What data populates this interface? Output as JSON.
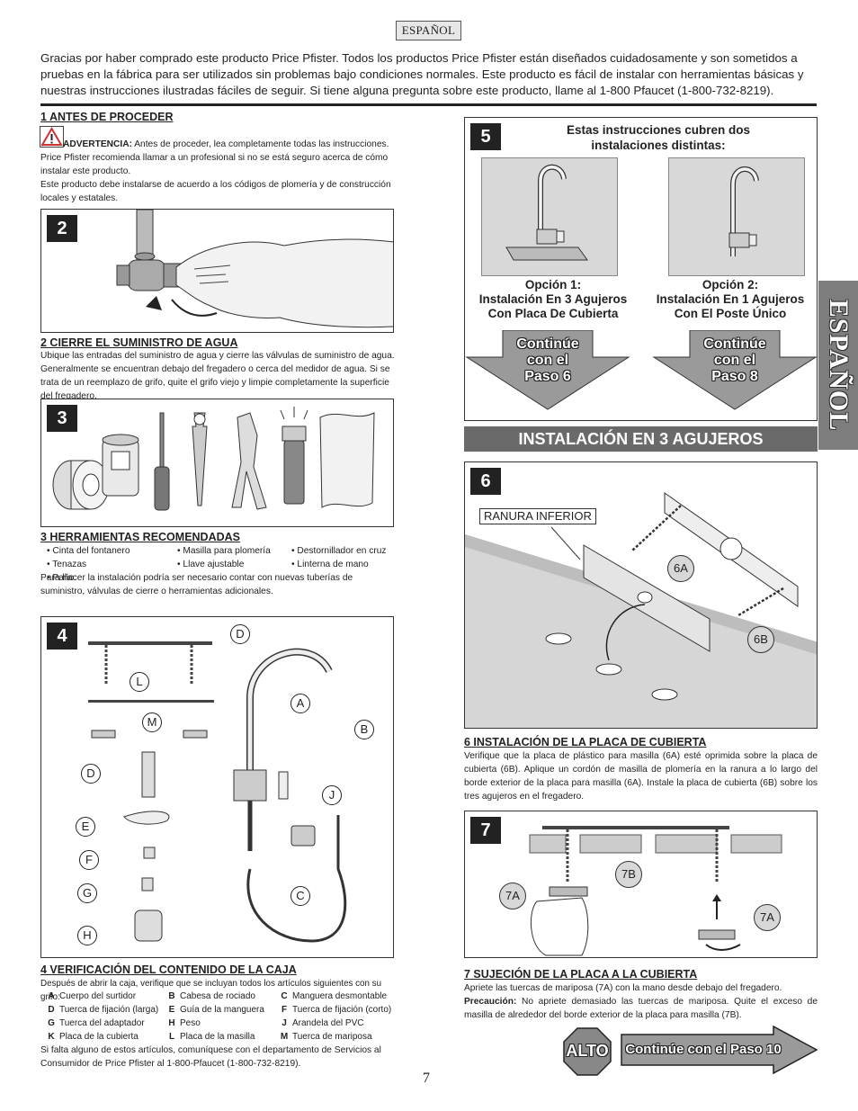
{
  "header": {
    "language_tag": "ESPAÑOL"
  },
  "intro": "Gracias por haber comprado este producto Price Pfister. Todos los productos Price Pfister están diseñados cuidadosamente y son sometidos a pruebas en la fábrica para ser utilizados sin problemas bajo condiciones normales. Este producto es fácil de instalar con herramientas básicas y nuestras instrucciones ilustradas fáciles de seguir. Si tiene alguna pregunta sobre este producto, llame al 1-800 Pfaucet (1-800-732-8219).",
  "side_tab": "ESPAÑOL",
  "step1": {
    "heading": "1  ANTES DE PROCEDER",
    "warning_label": "ADVERTENCIA:",
    "warning_text": "Antes de proceder, lea completamente todas las instrucciones. Price Pfister recomienda llamar a un profesional si no se está seguro acerca de cómo instalar este producto.",
    "note": "Este producto debe instalarse de acuerdo a los códigos de plomería y de construcción locales y estatales."
  },
  "step2": {
    "number": "2",
    "heading": "2   CIERRE EL SUMINISTRO DE AGUA",
    "text": "Ubique las entradas del suministro de agua y cierre las válvulas de suministro de agua. Generalmente se encuentran debajo del fregadero o cerca del medidor de agua. Si se trata de un reemplazo de grifo, quite el grifo viejo y limpie completamente la superficie del fregadero."
  },
  "step3": {
    "number": "3",
    "heading": "3  HERRAMIENTAS RECOMENDADAS",
    "tools": [
      "• Cinta del fontanero",
      "• Masilla para plomería",
      "• Destornillador en cruz",
      "• Tenazas",
      "• Llave ajustable",
      "• Linterna de mano",
      "• Paño"
    ],
    "text": "Para hacer la instalación podría ser necesario contar con nuevas tuberías de suministro, válvulas de cierre o herramientas adicionales."
  },
  "step4": {
    "number": "4",
    "heading": "4  VERIFICACIÓN DEL CONTENIDO DE LA CAJA",
    "intro": "Después de abrir la caja, verifique que se incluyan todos los artículos siguientes con su grifo:",
    "parts": [
      {
        "key": "A",
        "name": "Cuerpo del surtidor"
      },
      {
        "key": "B",
        "name": "Cabesa de rociado"
      },
      {
        "key": "C",
        "name": "Manguera desmontable"
      },
      {
        "key": "D",
        "name": "Tuerca de fijación (larga)"
      },
      {
        "key": "E",
        "name": "Guía de la manguera"
      },
      {
        "key": "F",
        "name": "Tuerca de fijación (corto)"
      },
      {
        "key": "G",
        "name": "Tuerca del adaptador"
      },
      {
        "key": "H",
        "name": "Peso"
      },
      {
        "key": "J",
        "name": "Arandela del PVC"
      },
      {
        "key": "K",
        "name": "Placa de la cubierta"
      },
      {
        "key": "L",
        "name": "Placa de la masilla"
      },
      {
        "key": "M",
        "name": "Tuerca de mariposa"
      }
    ],
    "footer": "Si falta alguno de estos artículos, comuníquese con el departamento de Servicios al Consumidor de Price Pfister al 1-800-Pfaucet (1-800-732-8219).",
    "labels": [
      "D",
      "L",
      "M",
      "D",
      "E",
      "F",
      "G",
      "H",
      "A",
      "B",
      "J",
      "C"
    ]
  },
  "step5": {
    "number": "5",
    "title": "Estas instrucciones cubren dos instalaciones distintas:",
    "option1": [
      "Opción 1:",
      "Instalación En 3 Agujeros",
      "Con Placa De Cubierta"
    ],
    "option2": [
      "Opción 2:",
      "Instalación En 1 Agujeros",
      "Con El Poste Único"
    ],
    "arrow1": [
      "Continúe",
      "con el",
      "Paso 6"
    ],
    "arrow2": [
      "Continúe",
      "con el",
      "Paso 8"
    ]
  },
  "banner": "INSTALACIÓN EN 3 AGUJEROS",
  "step6": {
    "number": "6",
    "callout": "RANURA INFERIOR",
    "label_a": "6A",
    "label_b": "6B",
    "heading": "6  INSTALACIÓN DE LA PLACA DE CUBIERTA",
    "text": "Verifique que la placa de plástico para masilla (6A) esté oprimida sobre la placa de cubierta (6B). Aplique un cordón de masilla de plomería en la ranura a lo largo del borde exterior de la placa para masilla (6A). Instale la placa de cubierta (6B) sobre los tres agujeros en el fregadero."
  },
  "step7": {
    "number": "7",
    "label_7a_left": "7A",
    "label_7b": "7B",
    "label_7a_right": "7A",
    "heading": "7  SUJECIÓN DE LA PLACA A LA CUBIERTA",
    "text": "Apriete las tuercas de mariposa (7A) con la mano desde debajo del fregadero.",
    "caution_label": "Precaución:",
    "caution_text": "No apriete demasiado las tuercas de mariposa. Quite el exceso de masilla de alrededor del borde exterior de la placa para masilla (7B)."
  },
  "footer": {
    "stop": "ALTO",
    "continue": "Continúe con el Paso 10",
    "page_number": "7"
  }
}
